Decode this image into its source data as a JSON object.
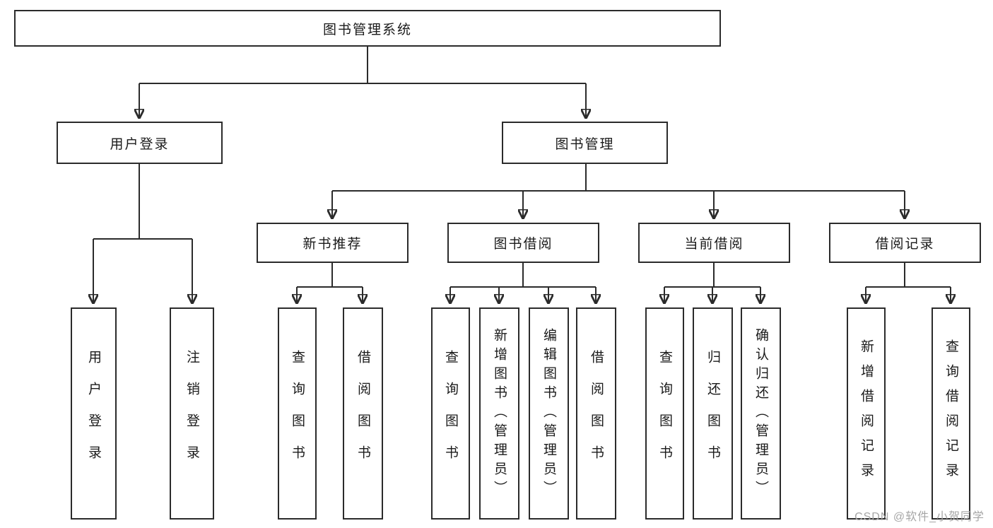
{
  "diagram": {
    "root": {
      "label": "图书管理系统"
    },
    "user_login": {
      "label": "用户登录",
      "children": [
        {
          "label": "用户登录"
        },
        {
          "label": "注销登录"
        }
      ]
    },
    "book_management": {
      "label": "图书管理",
      "groups": [
        {
          "label": "新书推荐",
          "children": [
            {
              "label": "查询图书"
            },
            {
              "label": "借阅图书"
            }
          ]
        },
        {
          "label": "图书借阅",
          "children": [
            {
              "label": "查询图书"
            },
            {
              "label": "新增图书（管理员）"
            },
            {
              "label": "编辑图书（管理员）"
            },
            {
              "label": "借阅图书"
            }
          ]
        },
        {
          "label": "当前借阅",
          "children": [
            {
              "label": "查询图书"
            },
            {
              "label": "归还图书"
            },
            {
              "label": "确认归还（管理员）"
            }
          ]
        },
        {
          "label": "借阅记录",
          "children": [
            {
              "label": "新增借阅记录"
            },
            {
              "label": "查询借阅记录"
            }
          ]
        }
      ]
    }
  },
  "watermark": {
    "text": "CSDN @软件_小贺同学"
  },
  "colors": {
    "line": "#2b2b2b",
    "border": "#2b2b2b",
    "text": "#1a1a1a",
    "watermark": "#a6a6a6"
  }
}
